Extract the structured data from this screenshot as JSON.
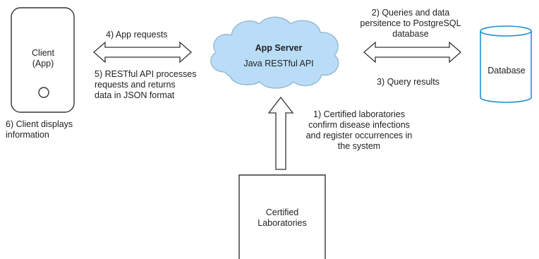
{
  "client": {
    "label": "Client\n(App)"
  },
  "app_server": {
    "title": "App Server",
    "subtitle": "Java RESTful API",
    "fill": "#b9ddf7",
    "stroke": "#8fb4cf"
  },
  "database": {
    "label": "Database",
    "stroke": "#1f8fd6"
  },
  "laboratories": {
    "label": "Certified\nLaboratories"
  },
  "annotations": {
    "app_requests": "4) App requests",
    "restful_processes": "5) RESTful API processes\nrequests and returns\ndata in JSON format",
    "client_displays": "6) Client displays\ninformation",
    "queries_persistence": "2) Queries and data\npersitence to PostgreSQL\ndatabase",
    "query_results": "3) Query results",
    "labs_confirm": "1) Certified laboratories\nconfirm disease infections\nand register occurrences in\nthe system"
  }
}
